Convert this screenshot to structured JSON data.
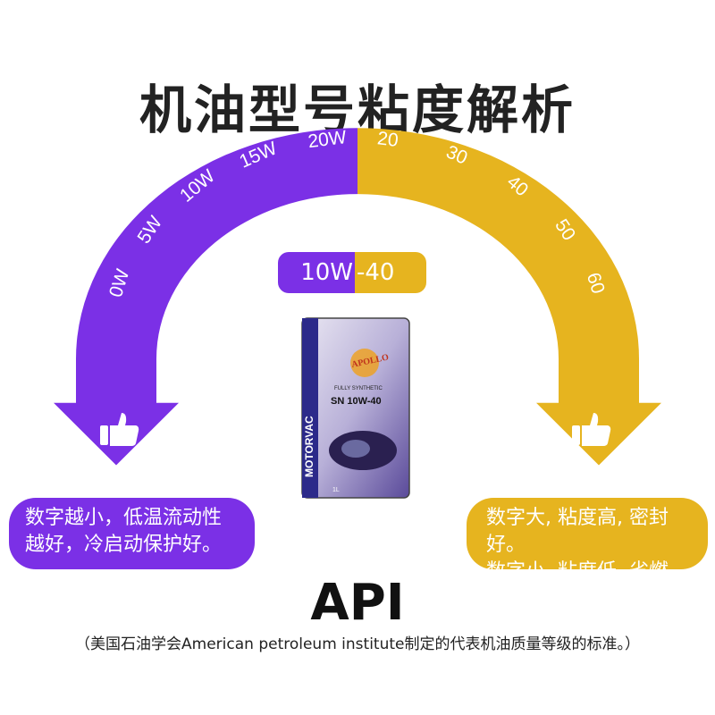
{
  "title": "机油型号粘度解析",
  "colors": {
    "purple": "#7b30e6",
    "gold": "#e6b41f",
    "text": "#222222"
  },
  "winter_scale": [
    "0W",
    "5W",
    "10W",
    "15W",
    "20W"
  ],
  "temp_scale": [
    "20",
    "30",
    "40",
    "50",
    "60"
  ],
  "grade": {
    "winter": "10W",
    "temp": "-40"
  },
  "left_note": {
    "line1": "数字越小，低温流动性",
    "line2": "越好，冷启动保护好。"
  },
  "right_note": {
    "line1": "数字大, 粘度高, 密封好。",
    "line2": "数字小, 粘度低, 省燃料。"
  },
  "can": {
    "brand": "MOTORVAC",
    "logo": "APOLLO",
    "subtitle": "FULLY SYNTHETIC",
    "grade": "SN 10W-40",
    "volume": "1L"
  },
  "icons": {
    "left": "thumbs-up-icon",
    "right": "thumbs-up-icon"
  },
  "api": {
    "title": "API",
    "footnote": "（美国石油学会American petroleum institute制定的代表机油质量等级的标准。）"
  }
}
